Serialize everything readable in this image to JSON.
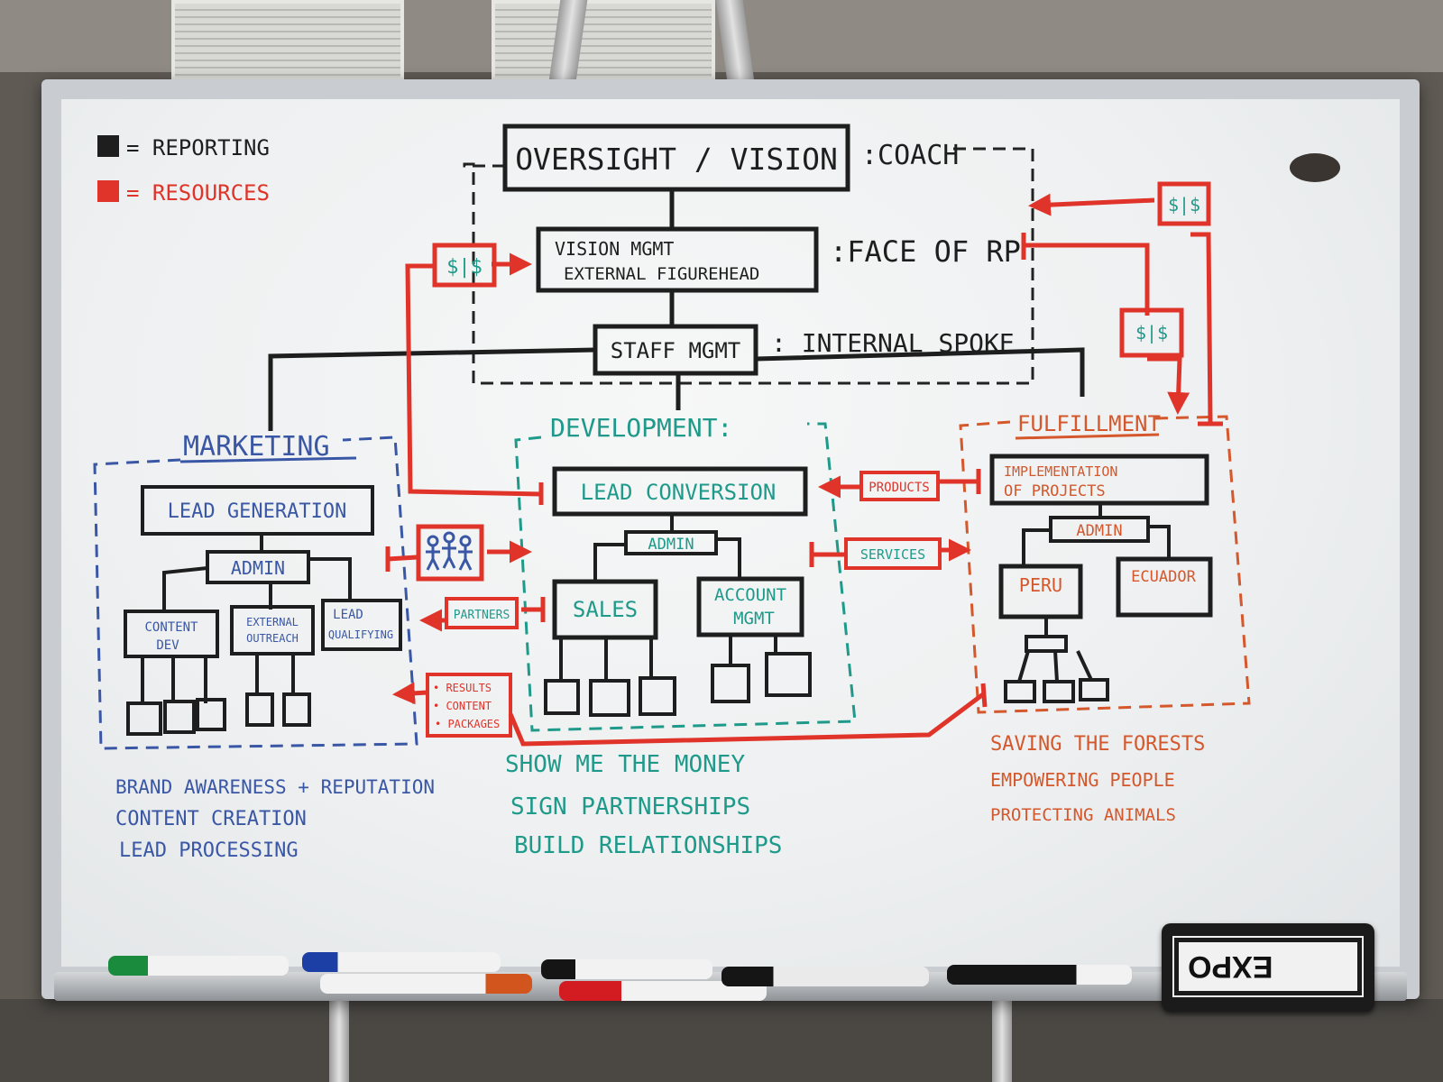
{
  "legend": {
    "reporting": "= REPORTING",
    "resources": "= RESOURCES"
  },
  "top": {
    "oversight": "OVERSIGHT / VISION",
    "coach": ":COACH",
    "vision_line1": "VISION MGMT",
    "vision_line2": "EXTERNAL FIGUREHEAD",
    "face": ":FACE OF RP",
    "staff": "STAFF MGMT",
    "internal": ": INTERNAL SPOKE",
    "money_symbol": "$|$"
  },
  "marketing": {
    "title": "MARKETING",
    "lead": "LEAD GENERATION",
    "admin": "ADMIN",
    "content_line1": "CONTENT",
    "content_line2": "DEV",
    "external_line1": "EXTERNAL",
    "external_line2": "OUTREACH",
    "leadq_line1": "LEAD",
    "leadq_line2": "QUALIFYING",
    "goals": [
      "BRAND AWARENESS + REPUTATION",
      "CONTENT CREATION",
      "LEAD PROCESSING"
    ]
  },
  "development": {
    "title": "DEVELOPMENT:",
    "lead": "LEAD CONVERSION",
    "admin": "ADMIN",
    "sales": "SALES",
    "account_line1": "ACCOUNT",
    "account_line2": "MGMT",
    "goals": [
      "SHOW ME THE MONEY",
      "SIGN PARTNERSHIPS",
      "BUILD RELATIONSHIPS"
    ]
  },
  "fulfillment": {
    "title": "FULFILLMENT",
    "impl_line1": "IMPLEMENTATION",
    "impl_line2": "OF PROJECTS",
    "admin": "ADMIN",
    "peru": "PERU",
    "ecuador": "ECUADOR",
    "goals": [
      "SAVING THE FORESTS",
      "EMPOWERING PEOPLE",
      "PROTECTING ANIMALS"
    ]
  },
  "flows": {
    "partners": "PARTNERS",
    "products": "PRODUCTS",
    "services": "SERVICES",
    "results": "• RESULTS",
    "content": "• CONTENT",
    "packages": "• PACKAGES"
  },
  "eraser_brand": "EXPO",
  "colors": {
    "black": "#1e1e1e",
    "red": "#e0342a",
    "blue": "#3a57a6",
    "teal": "#1f9a8a",
    "orange": "#d4582c"
  }
}
